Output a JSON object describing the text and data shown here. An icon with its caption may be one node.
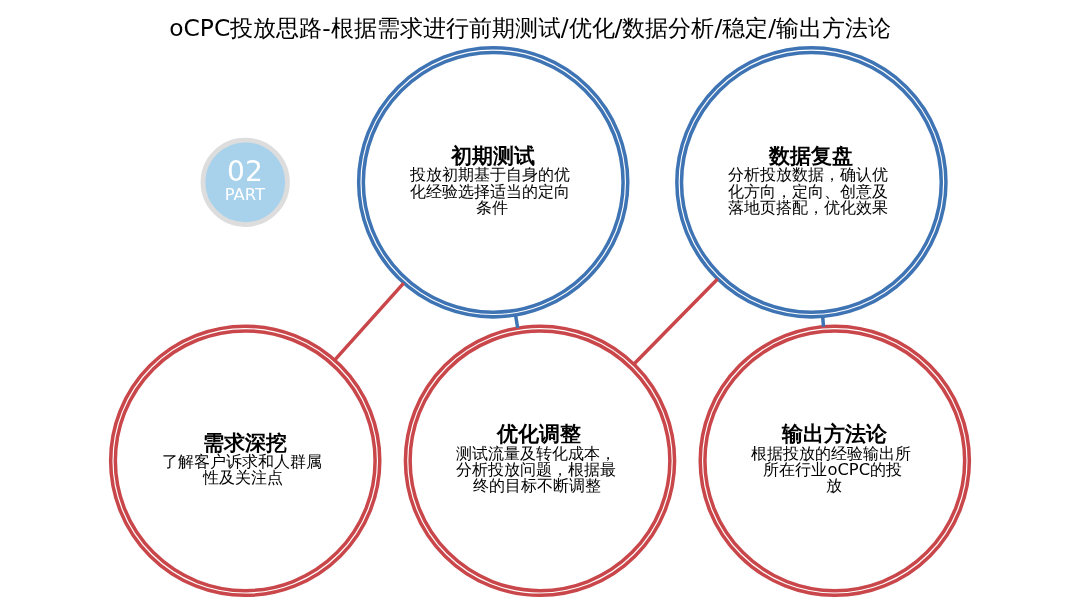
{
  "diagram": {
    "title": "oCPC投放思路-根据需求进行前期测试/优化/数据分析/稳定/输出方法论",
    "nodes": [
      {
        "text": [
          "需求深挖",
          "了解客户诉求和人群属性及关注点"
        ]
      },
      {
        "text": [
          "初期测试",
          "投放初期基于自身的优化经验选择适当的定向条件"
        ]
      },
      {
        "text": [
          "优化调整",
          "测试流量及转化成本，分析投放问题，根据最终的目标不断调整"
        ]
      },
      {
        "text": [
          "数据复盘",
          "分析投放数据，确认优化方向，定向、创意及落地页搭配，优化效果"
        ]
      },
      {
        "text": [
          "输出方法论",
          "根据投放的经验输出所所在行业oCPC的投放"
        ]
      }
    ],
    "edges": [
      {
        "from": 0,
        "to": 1,
        "arrow": "none",
        "color": "#c9474a"
      },
      {
        "from": 1,
        "to": 2,
        "arrow": "none",
        "color": "#3f74b4"
      },
      {
        "from": 2,
        "to": 3,
        "arrow": "none",
        "color": "#c9474a"
      },
      {
        "from": 3,
        "to": 4,
        "arrow": "none",
        "color": "#3f74b4"
      }
    ],
    "labels": [
      "02",
      "PART"
    ]
  }
}
